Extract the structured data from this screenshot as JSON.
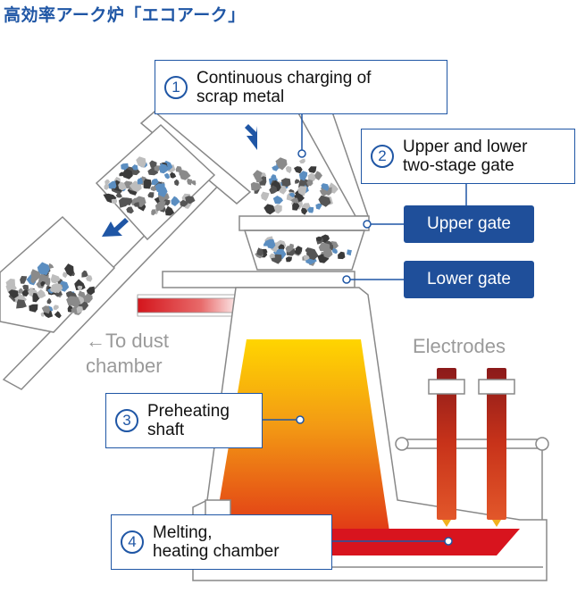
{
  "title": "高効率アーク炉「エコアーク」",
  "callouts": [
    {
      "number": "1",
      "text": "Continuous charging of\nscrap metal"
    },
    {
      "number": "2",
      "text": "Upper and lower\ntwo-stage gate"
    },
    {
      "number": "3",
      "text": "Preheating\nshaft"
    },
    {
      "number": "4",
      "text": "Melting,\nheating chamber"
    }
  ],
  "gates": {
    "upper": "Upper gate",
    "lower": "Lower gate"
  },
  "labels": {
    "dust": "←To dust\nchamber",
    "electrodes": "Electrodes"
  },
  "colors": {
    "accent": "#1f56a5",
    "gate_fill": "#1f4f9a",
    "heat_top": "#ffd700",
    "heat_bottom": "#d91a1a",
    "electrode": "#8b1a1a"
  }
}
